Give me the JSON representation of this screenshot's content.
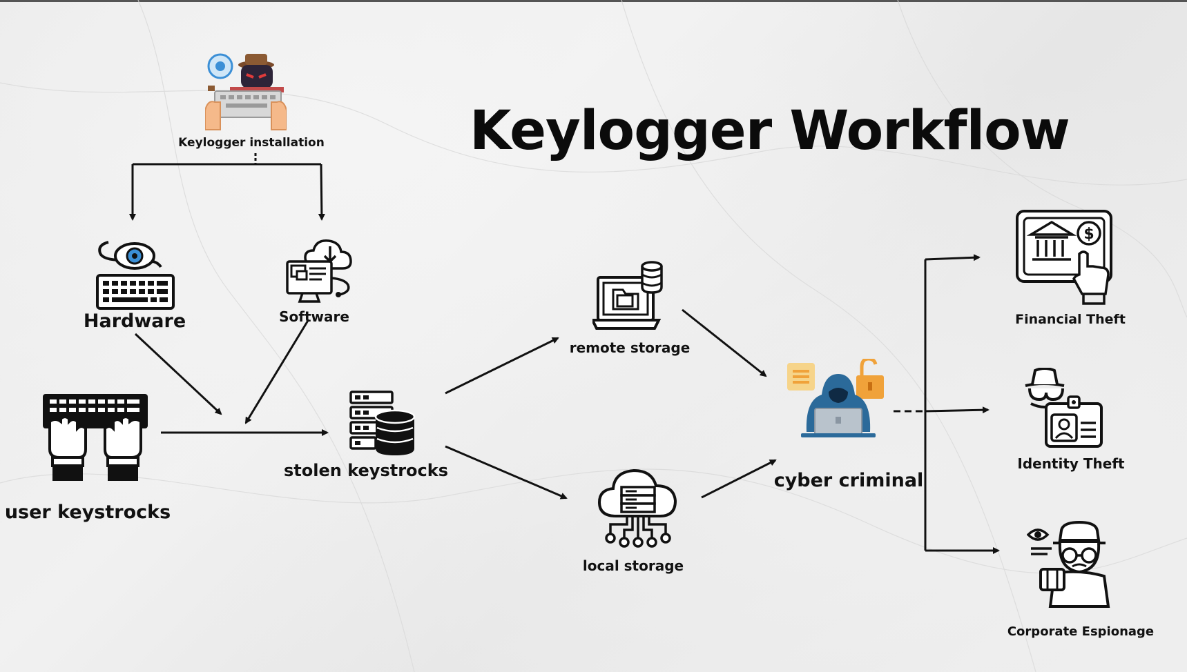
{
  "title": "Keylogger Workflow",
  "nodes": {
    "installation": "Keylogger installation",
    "hardware": "Hardware",
    "software": "Software",
    "user_keystrokes": "user keystrocks",
    "stolen_keystrokes": "stolen keystrocks",
    "remote_storage": "remote storage",
    "local_storage": "local storage",
    "cyber_criminal": "cyber criminal",
    "financial_theft": "Financial Theft",
    "identity_theft": "Identity Theft",
    "corporate_espionage": "Corporate Espionage"
  },
  "colors": {
    "background": "#ececec",
    "ink": "#111111",
    "hacker_blue": "#2b6a9a",
    "lock_orange": "#f0a23a",
    "note_yellow": "#f6d48a",
    "eye_blue": "#3b8fd6",
    "hand_skin": "#f5b98a"
  },
  "icons": {
    "installation": "spy-keyboard-icon",
    "hardware": "keyboard-eye-icon",
    "software": "computer-cloud-download-icon",
    "user_keystrokes": "hands-typing-keyboard-icon",
    "stolen_keystrokes": "server-database-icon",
    "remote_storage": "laptop-folder-database-icon",
    "local_storage": "cloud-server-network-icon",
    "cyber_criminal": "hacker-laptop-icon",
    "financial_theft": "bank-tablet-icon",
    "identity_theft": "spy-id-card-icon",
    "corporate_espionage": "spy-binoculars-icon"
  }
}
